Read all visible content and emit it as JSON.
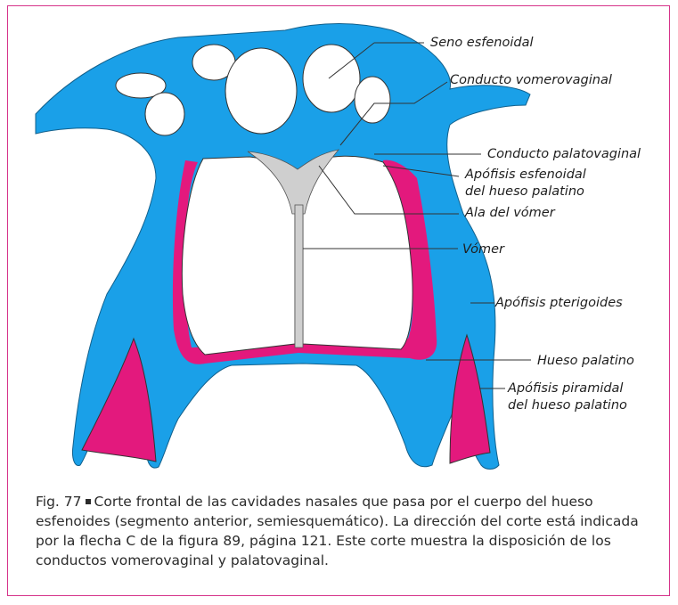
{
  "colors": {
    "frame": "#d6338a",
    "bone_blue": "#1aa0e8",
    "palatine_pink": "#e3197d",
    "cavity": "#ffffff",
    "vomer_gray": "#cfcfcf",
    "leader": "#333333"
  },
  "labels": {
    "seno_esfenoidal": "Seno esfenoidal",
    "conducto_vomerovaginal": "Conducto vomerovaginal",
    "conducto_palatovaginal": "Conducto palatovaginal",
    "apofisis_esfenoidal_1": "Apófisis esfenoidal",
    "apofisis_esfenoidal_2": "del hueso palatino",
    "ala_vomer": "Ala del vómer",
    "vomer": "Vómer",
    "apofisis_pterigoides": "Apófisis pterigoides",
    "hueso_palatino": "Hueso palatino",
    "apofisis_piramidal_1": "Apófisis piramidal",
    "apofisis_piramidal_2": "del hueso palatino"
  },
  "caption": {
    "figure_number": "Fig. 77",
    "text": "Corte frontal de las cavidades nasales que pasa por el cuerpo del hueso esfenoides (segmento anterior, semiesquemático). La dirección del corte está indicada por la flecha C de la figura 89, página 121. Este corte muestra la disposición de los conductos vomerovaginal y palatovaginal."
  }
}
